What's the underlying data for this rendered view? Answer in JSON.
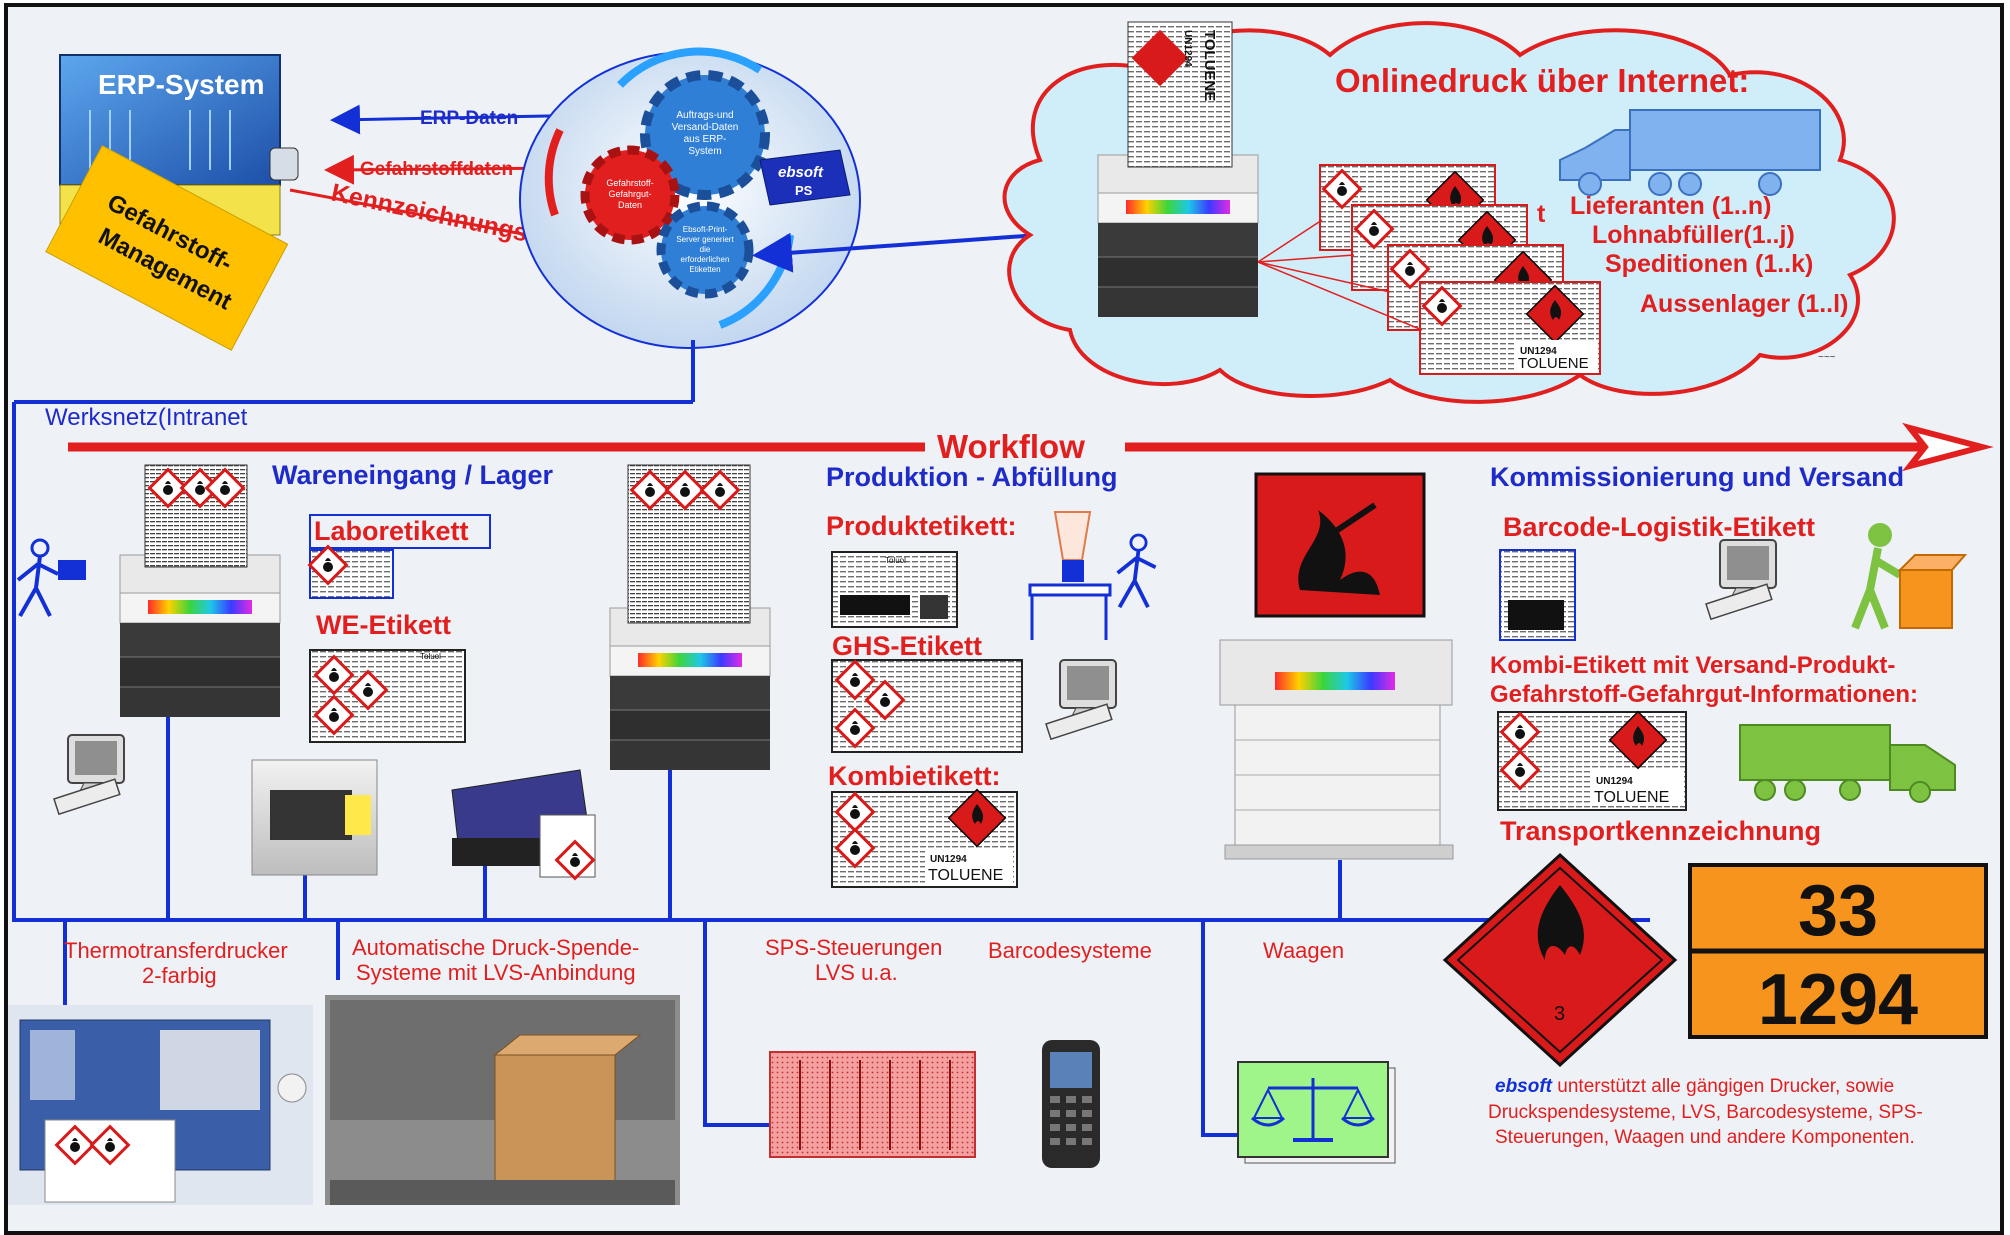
{
  "erp": {
    "title": "ERP-System",
    "hazmat_management": [
      "Gefahrstoff-",
      "Management"
    ]
  },
  "server": {
    "arrow_erp_data": "ERP-Daten",
    "arrow_hazmat_data": "Gefahrstoffdaten",
    "arrow_marking_rules": "Kennzeichnungsregeln",
    "gear1_text": [
      "Auftrags-und",
      "Versand-Daten",
      "aus ERP-",
      "System"
    ],
    "gear2_text": [
      "Gefahrstoff-",
      "Gefahrgut-",
      "Daten"
    ],
    "gear3_text": [
      "Ebsoft-Print-",
      "Server generiert",
      "die",
      "erforderlichen",
      "Etiketten"
    ],
    "badge_brand": "ebsoft",
    "badge_sub": "PS"
  },
  "cloud": {
    "title": "Onlinedruck über Internet:",
    "items": [
      "Lieferanten (1..n)",
      "Lohnabfüller(1..j)",
      "Speditionen (1..k)",
      "Aussenlager (1..l)"
    ],
    "stray_letter": "t",
    "squiggle": "~~~"
  },
  "network": {
    "label": "Werksnetz(Intranet",
    "workflow": "Workflow"
  },
  "sections": {
    "receiving": "Wareneingang / Lager",
    "production": "Produktion - Abfüllung",
    "shipping": "Kommissionierung und Versand"
  },
  "labels": {
    "lab_label": "Laboretikett",
    "we_label": "WE-Etikett",
    "product_label": "Produktetikett:",
    "ghs_label": "GHS-Etikett",
    "combi_label": "Kombietikett:",
    "barcode_label": "Barcode-Logistik-Etikett",
    "combi_ship_label": [
      "Kombi-Etikett mit Versand-Produkt-",
      "Gefahrstoff-Gefahrgut-Informationen:"
    ],
    "transport_marking": "Transportkennzeichnung"
  },
  "label_art": {
    "un_number": "UN1294",
    "substance": "TOLUENE",
    "product": "Toluol",
    "printed_sheet_top": "TOLUENE",
    "printed_sheet_un": "UN1294",
    "hazard_class": "3"
  },
  "bottom": {
    "thermo_printer": [
      "Thermotransferdrucker",
      "2-farbig"
    ],
    "auto_print": [
      "Automatische Druck-Spende-",
      "Systeme mit LVS-Anbindung"
    ],
    "sps": [
      "SPS-Steuerungen",
      "LVS u.a."
    ],
    "barcode_systems": "Barcodesysteme",
    "scales": "Waagen"
  },
  "placard": {
    "hazard_id": "33",
    "un_id": "1294"
  },
  "footer": {
    "brand": "ebsoft",
    "text_1": " unterstützt alle gängigen Drucker, sowie",
    "text_2": "Druckspendesysteme, LVS, Barcodesysteme, SPS-",
    "text_3": "Steuerungen, Waagen und andere Komponenten."
  },
  "colors": {
    "network_blue": "#1230d6",
    "heading_blue": "#1f2bc8",
    "heading_red": "#e21f1f",
    "cloud_fill": "#cfeefa",
    "placard_orange": "#f7941d",
    "hazard_red": "#d91a1a",
    "background": "#eef1f6",
    "green_vehicle": "#7ec242"
  }
}
